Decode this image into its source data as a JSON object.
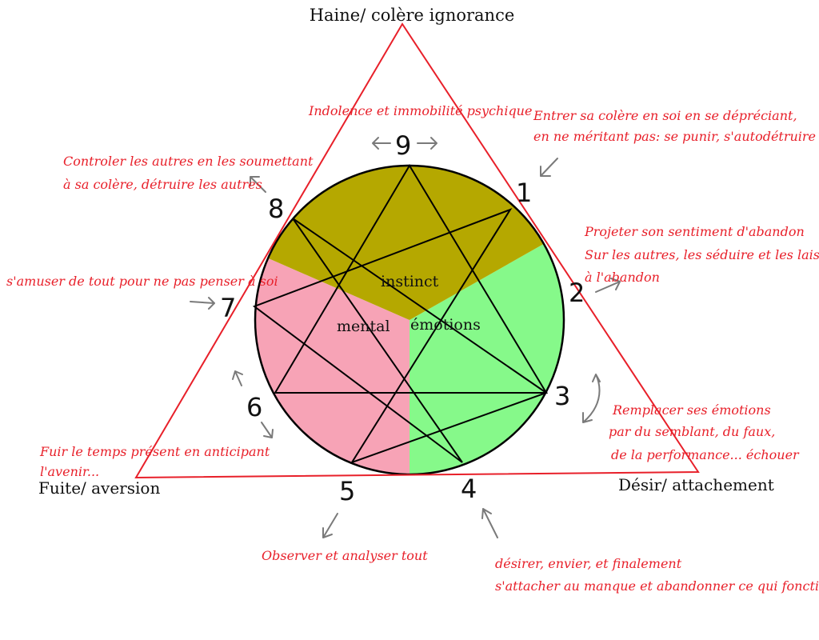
{
  "triangle_labels": {
    "top": "Haine/ colère ignorance",
    "left": "Fuite/ aversion",
    "right": "Désir/ attachement"
  },
  "centers": {
    "instinct": "instinct",
    "mental": "mental",
    "emotions": "émotions"
  },
  "numbers": [
    "1",
    "2",
    "3",
    "4",
    "5",
    "6",
    "7",
    "8",
    "9"
  ],
  "annotations": {
    "a9": [
      "Indolence et immobilité psychique"
    ],
    "a1": [
      "Entrer sa colère en soi en se dépréciant,",
      "en ne méritant pas: se punir, s'autodétruire"
    ],
    "a8": [
      "Controler les autres en les soumettant",
      "à sa colère, détruire les autres"
    ],
    "a2": [
      "Projeter son sentiment d'abandon",
      "Sur les autres, les séduire et les laisser",
      "à l'abandon"
    ],
    "a7": [
      "s'amuser de tout pour ne pas penser à soi"
    ],
    "a3": [
      "Remplacer ses émotions",
      "par du semblant, du faux,",
      "de la performance... échouer"
    ],
    "a6": [
      "Fuir le temps présent en anticipant",
      "l'avenir..."
    ],
    "a5": [
      "Observer et analyser tout"
    ],
    "a4": [
      "désirer, envier, et finalement",
      "s'attacher au manque et abandonner ce qui fonctionne."
    ]
  },
  "colors": {
    "triangle": "#e8202a",
    "annotation": "#e8202a",
    "instinct": "#b5a800",
    "mental": "#f7a3b6",
    "emotions": "#86f98a",
    "lines": "#000000",
    "arrows": "#7a7a7a"
  }
}
